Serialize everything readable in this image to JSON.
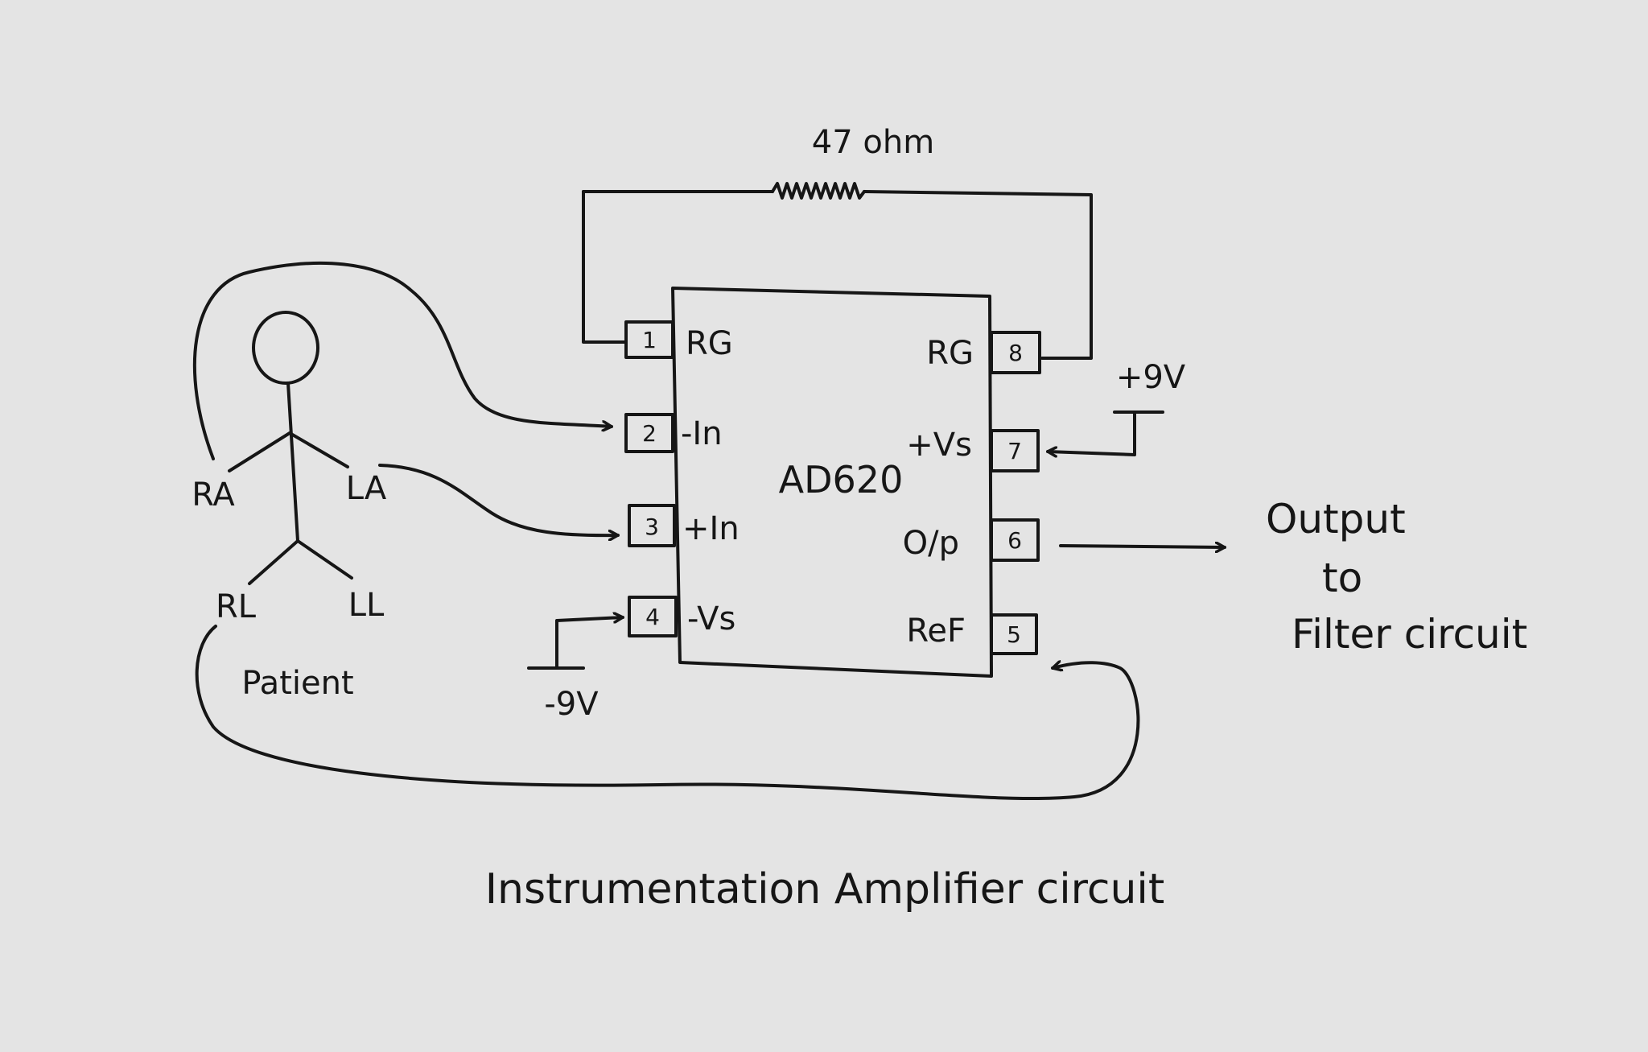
{
  "resistor": {
    "label": "47 ohm"
  },
  "chip": {
    "name": "AD620",
    "pins": [
      {
        "num": "1",
        "name": "RG"
      },
      {
        "num": "2",
        "name": "-In"
      },
      {
        "num": "3",
        "name": "+In"
      },
      {
        "num": "4",
        "name": "-Vs"
      },
      {
        "num": "5",
        "name": "ReF"
      },
      {
        "num": "6",
        "name": "O/p"
      },
      {
        "num": "7",
        "name": "+Vs"
      },
      {
        "num": "8",
        "name": "RG"
      }
    ]
  },
  "supply": {
    "positive": "+9V",
    "negative": "-9V"
  },
  "patient": {
    "label": "Patient",
    "electrodes": {
      "ra": "RA",
      "la": "LA",
      "rl": "RL",
      "ll": "LL"
    }
  },
  "output": {
    "line1": "Output",
    "line2": "to",
    "line3": "Filter circuit"
  },
  "title": "Instrumentation Amplifier circuit"
}
